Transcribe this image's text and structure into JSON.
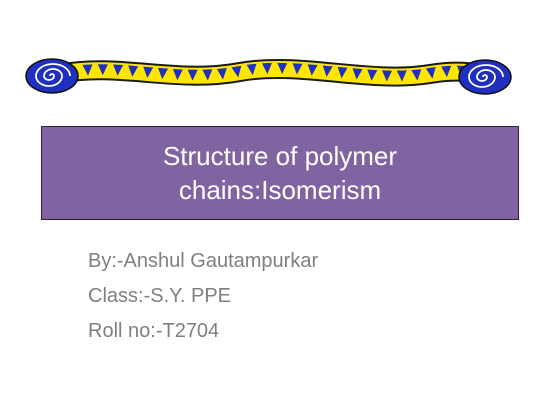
{
  "slide": {
    "title_lines": [
      "Structure of polymer",
      "chains:Isomerism"
    ],
    "author": "By:-Anshul Gautampurkar",
    "class_info": "Class:-S.Y. PPE",
    "roll_no": "Roll no:-T2704"
  },
  "decoration": {
    "left_icon": "blue-spiral-icon",
    "right_icon": "blue-spiral-icon",
    "band_color": "#ffe600",
    "triangle_color": "#1f2fbf",
    "spiral_color": "#1f2fbf"
  },
  "colors": {
    "title_box": "#8064a2",
    "title_text": "#ffffff",
    "body_text": "#7f7f7f"
  }
}
